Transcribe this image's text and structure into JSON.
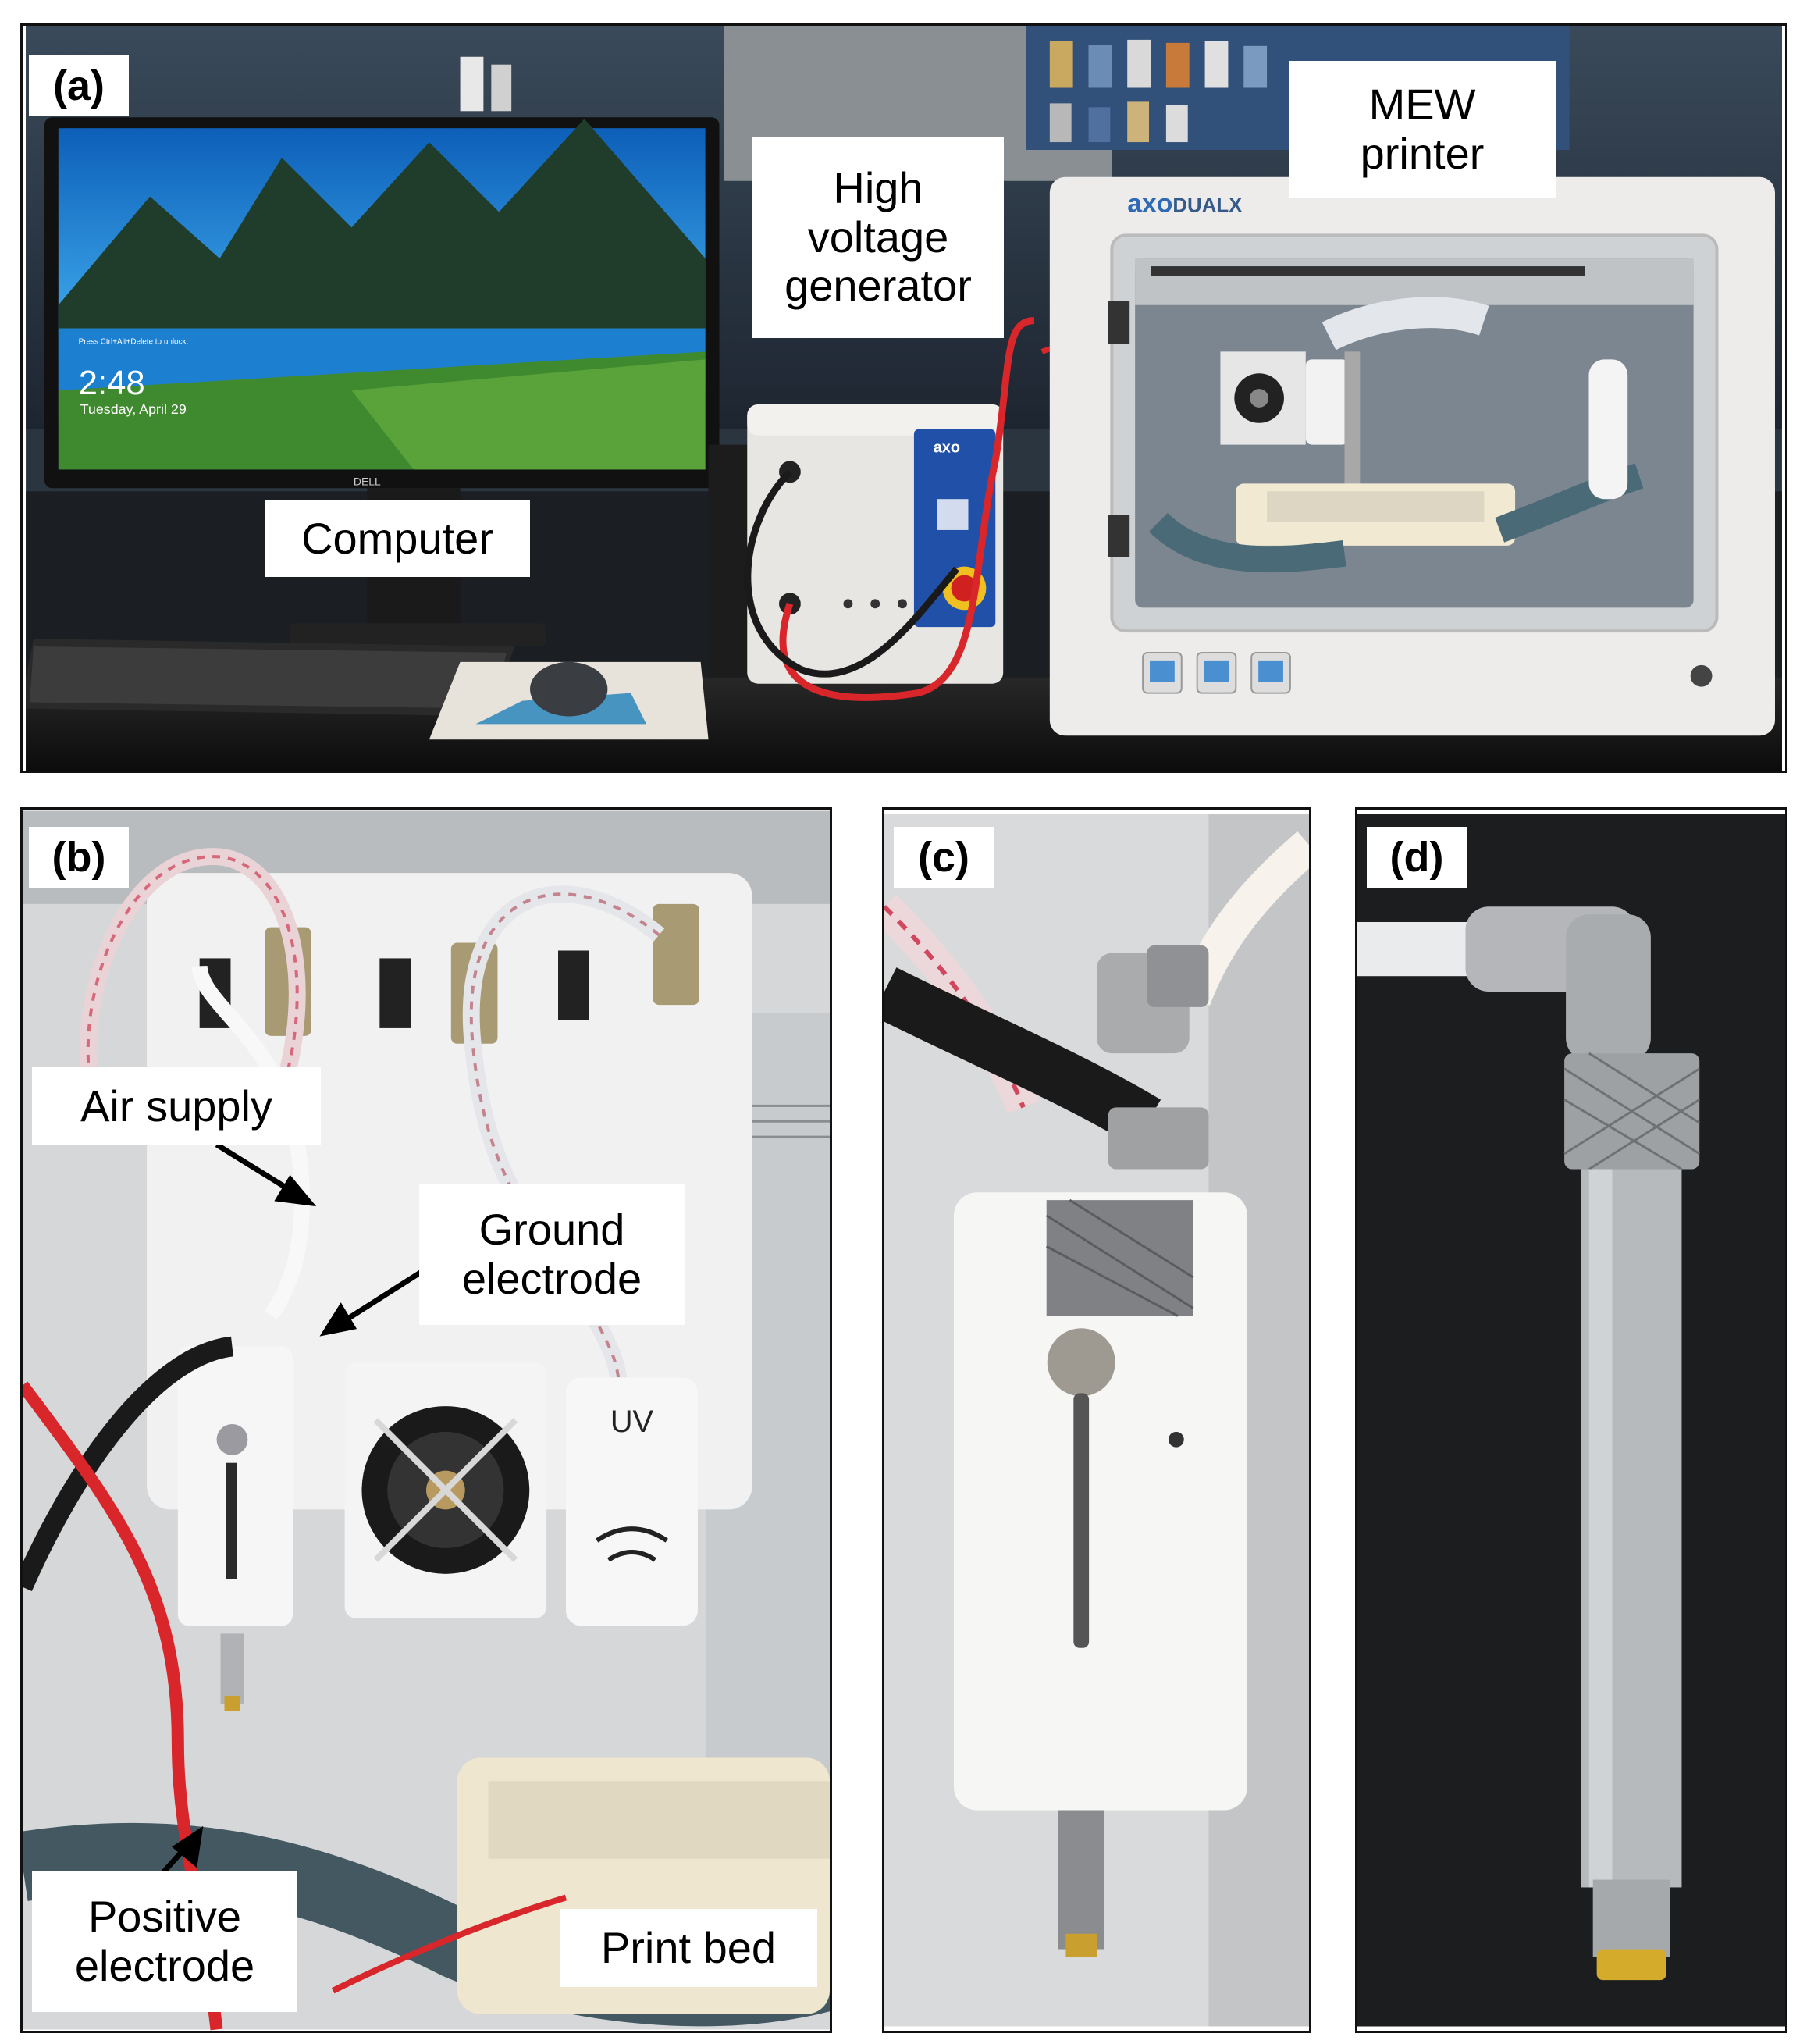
{
  "panels": {
    "a": {
      "label": "(a)",
      "annotations": {
        "computer": "Computer",
        "hv_generator": "High\nvoltage\ngenerator",
        "mew_printer": "MEW\nprinter"
      },
      "screen": {
        "lock_hint": "Press Ctrl+Alt+Delete to unlock.",
        "time": "2:48",
        "date": "Tuesday, April 29"
      },
      "printer_brand": {
        "prefix": "axo",
        "suffix": "DUALX"
      },
      "generator_brand": "axo",
      "monitor_brand": "DELL"
    },
    "b": {
      "label": "(b)",
      "annotations": {
        "air_supply": "Air supply",
        "ground_electrode": "Ground\nelectrode",
        "positive_electrode": "Positive\nelectrode",
        "print_bed": "Print bed"
      },
      "module_text": "UV"
    },
    "c": {
      "label": "(c)"
    },
    "d": {
      "label": "(d)"
    }
  },
  "colors": {
    "cable_red": "#d8262b",
    "cable_black": "#1a1a1a",
    "printer_body": "#eeeceb",
    "steel": "#b9bcc0"
  }
}
